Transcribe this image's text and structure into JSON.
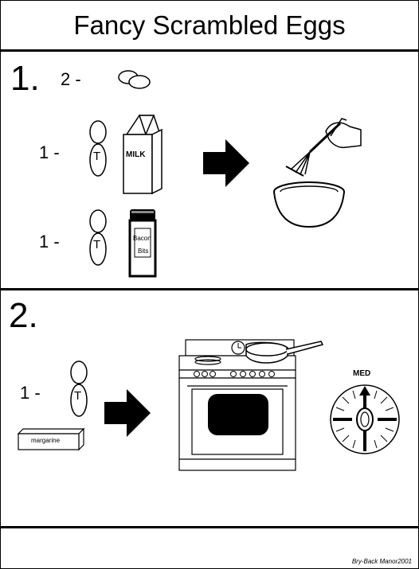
{
  "title": "Fancy Scrambled Eggs",
  "step1": {
    "number": "1.",
    "eggs_qty": "2  -",
    "milk_qty": "1  -",
    "bacon_qty": "1  -",
    "spoon_label": "T",
    "milk_label": "MILK",
    "bacon_label_1": "Bacon",
    "bacon_label_2": "Bits"
  },
  "step2": {
    "number": "2.",
    "margarine_qty": "1  -",
    "spoon_label": "T",
    "margarine_label": "margarine",
    "dial_label": "MED"
  },
  "footer": "Bry-Back Manor2001"
}
